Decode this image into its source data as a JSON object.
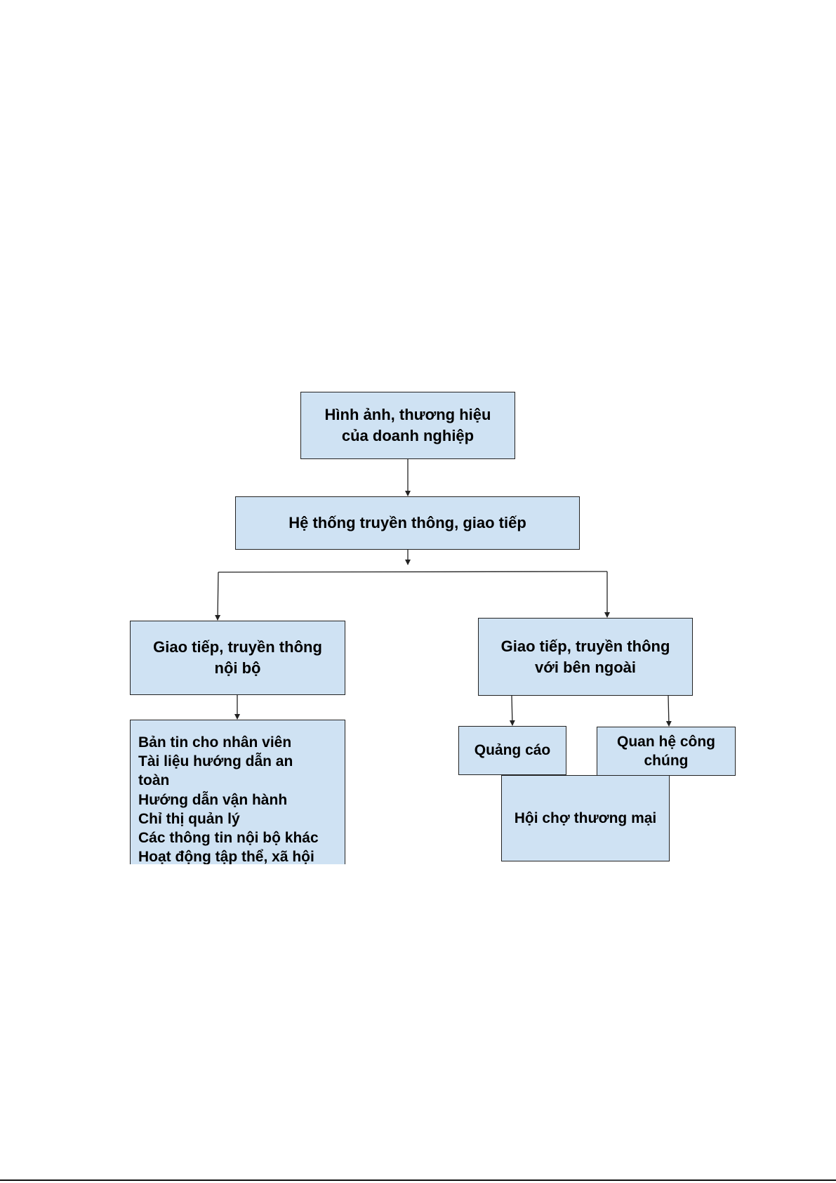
{
  "diagram": {
    "nodes": {
      "top": {
        "label": "Hình ảnh, thương hiệu\ncủa doanh nghiệp"
      },
      "system": {
        "label": "Hệ thống truyền thông, giao tiếp"
      },
      "internal": {
        "label": "Giao tiếp, truyền thông\nnội bộ"
      },
      "external": {
        "label": "Giao tiếp, truyền thông\nvới bên ngoài"
      },
      "ads": {
        "label": "Quảng cáo"
      },
      "pr": {
        "label": "Quan hệ công\nchúng"
      },
      "fair": {
        "label": "Hội chợ thương mại"
      },
      "internal_list": {
        "lines": [
          "Bản tin cho nhân viên",
          "Tài liệu hướng dẫn an",
          "toàn",
          "Hướng dẫn vận hành",
          "Chỉ thị quản lý",
          "Các thông tin nội bộ khác",
          "Hoạt động tập thể, xã hội"
        ]
      }
    },
    "edges": [
      {
        "from": "top",
        "to": "system"
      },
      {
        "from": "system",
        "to": "internal"
      },
      {
        "from": "system",
        "to": "external"
      },
      {
        "from": "internal",
        "to": "internal_list"
      },
      {
        "from": "external",
        "to": "ads"
      },
      {
        "from": "external",
        "to": "pr"
      }
    ],
    "colors": {
      "box_fill": "#cfe2f3",
      "box_border": "#222222",
      "connector": "#222222"
    }
  }
}
